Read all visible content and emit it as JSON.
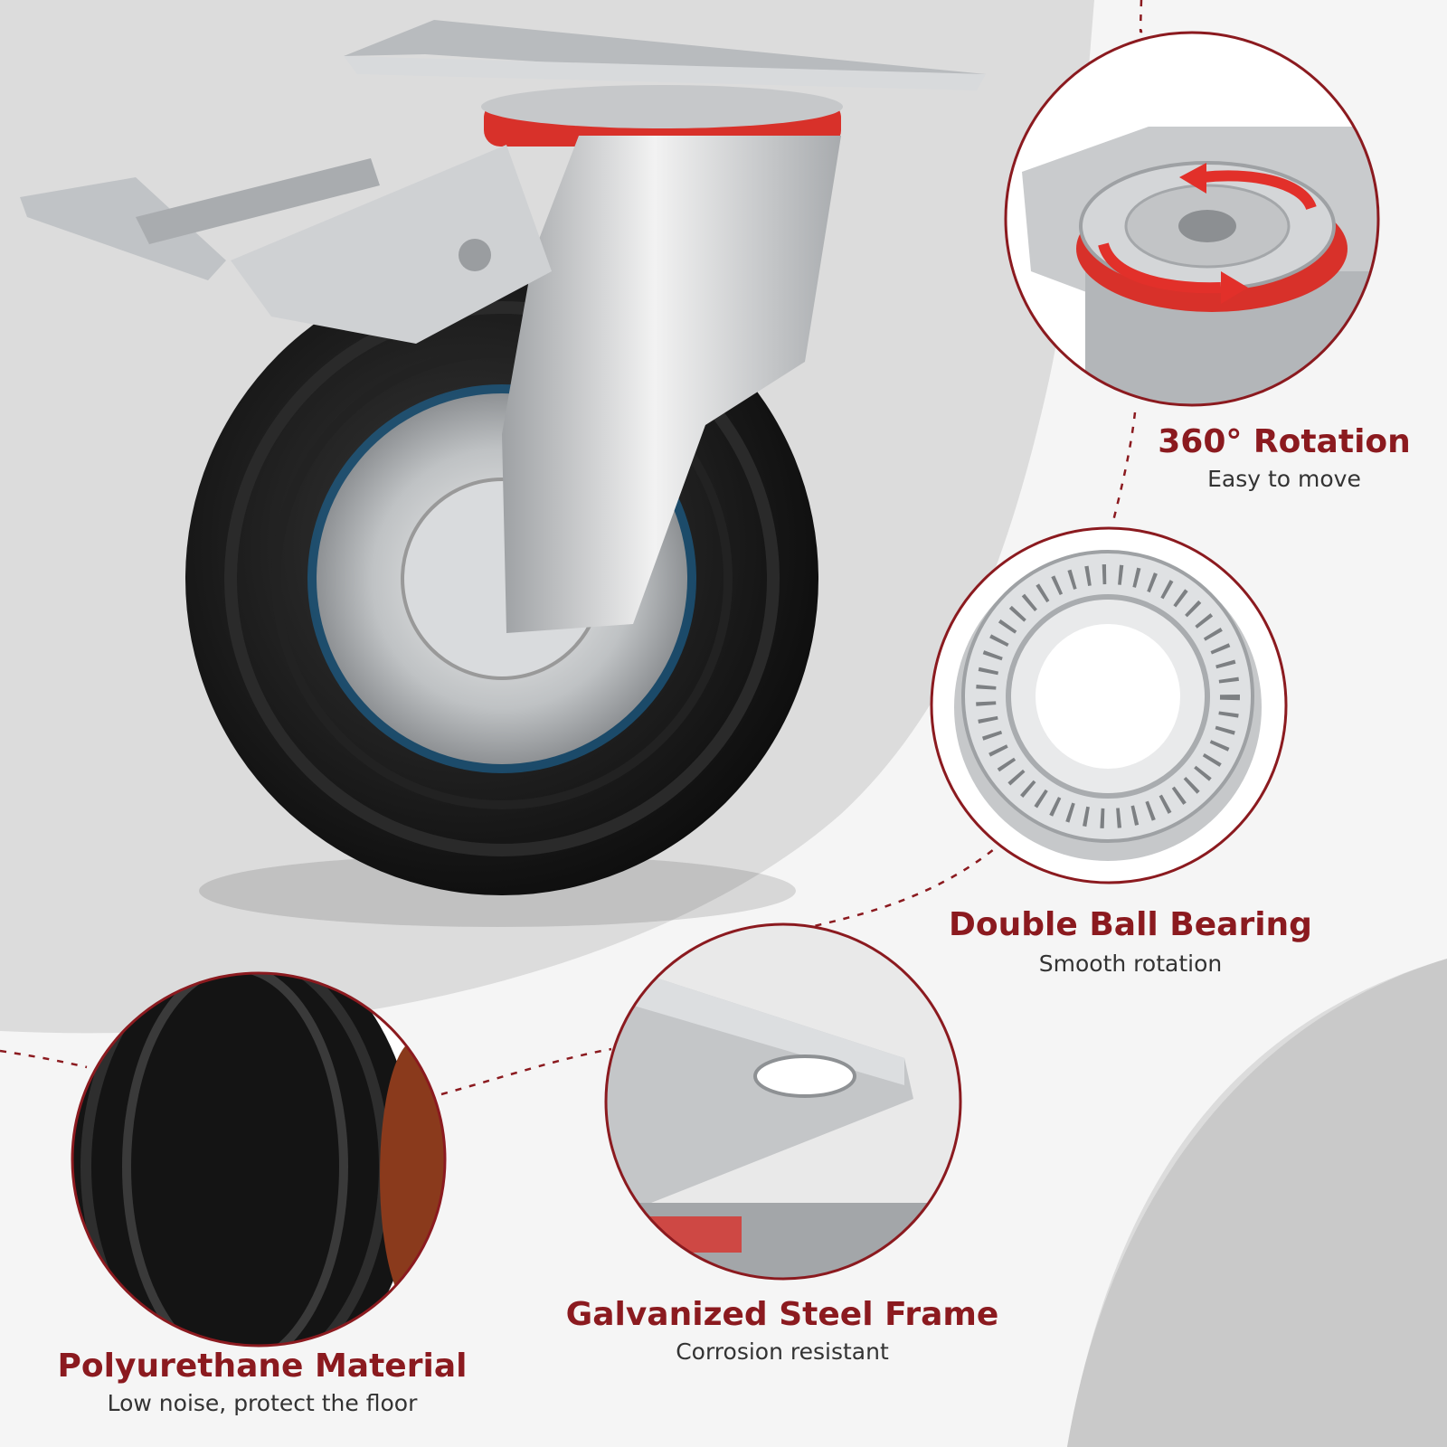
{
  "colors": {
    "accent": "#8b1a1f",
    "background_light": "#f2f2f2",
    "background_gray": "#d9d9d9",
    "tire": "#151515",
    "steel": "#c8cacc",
    "highlight_red": "#e2302a"
  },
  "features": [
    {
      "title": "360° Rotation",
      "subtitle": "Easy to move",
      "icon": "rotation-plate-icon"
    },
    {
      "title": "Double Ball Bearing",
      "subtitle": "Smooth rotation",
      "icon": "ball-bearing-icon"
    },
    {
      "title": "Galvanized Steel Frame",
      "subtitle": "Corrosion resistant",
      "icon": "steel-frame-icon"
    },
    {
      "title": "Polyurethane Material",
      "subtitle": "Low noise, protect the floor",
      "icon": "tire-tread-icon"
    }
  ]
}
